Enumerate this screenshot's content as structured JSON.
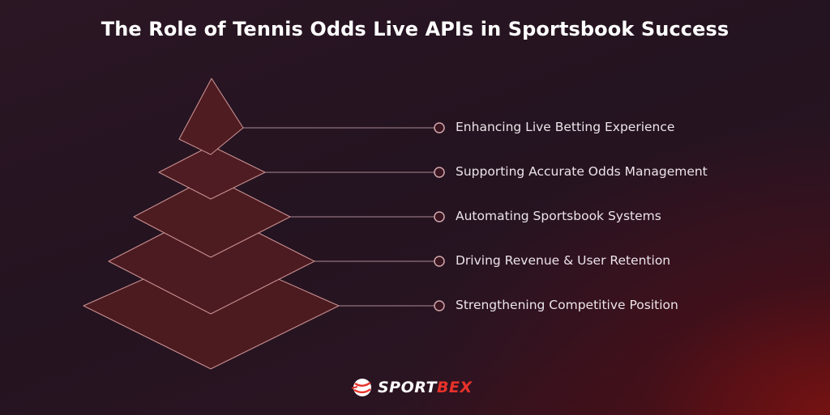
{
  "title": "The Role of Tennis Odds Live APIs in Sportsbook Success",
  "colors": {
    "layer_fill": "#4a1a1f",
    "layer_stroke": "#c99090",
    "connector": "#a88a94",
    "accent": "#e8322b"
  },
  "layers": [
    {
      "label": "Enhancing Live Betting Experience"
    },
    {
      "label": "Supporting Accurate Odds Management"
    },
    {
      "label": "Automating Sportsbook Systems"
    },
    {
      "label": "Driving Revenue & User Retention"
    },
    {
      "label": "Strengthening Competitive Position"
    }
  ],
  "logo": {
    "icon": "sportbex-ball-icon",
    "text_primary": "SPORT",
    "text_accent": "BEX"
  }
}
